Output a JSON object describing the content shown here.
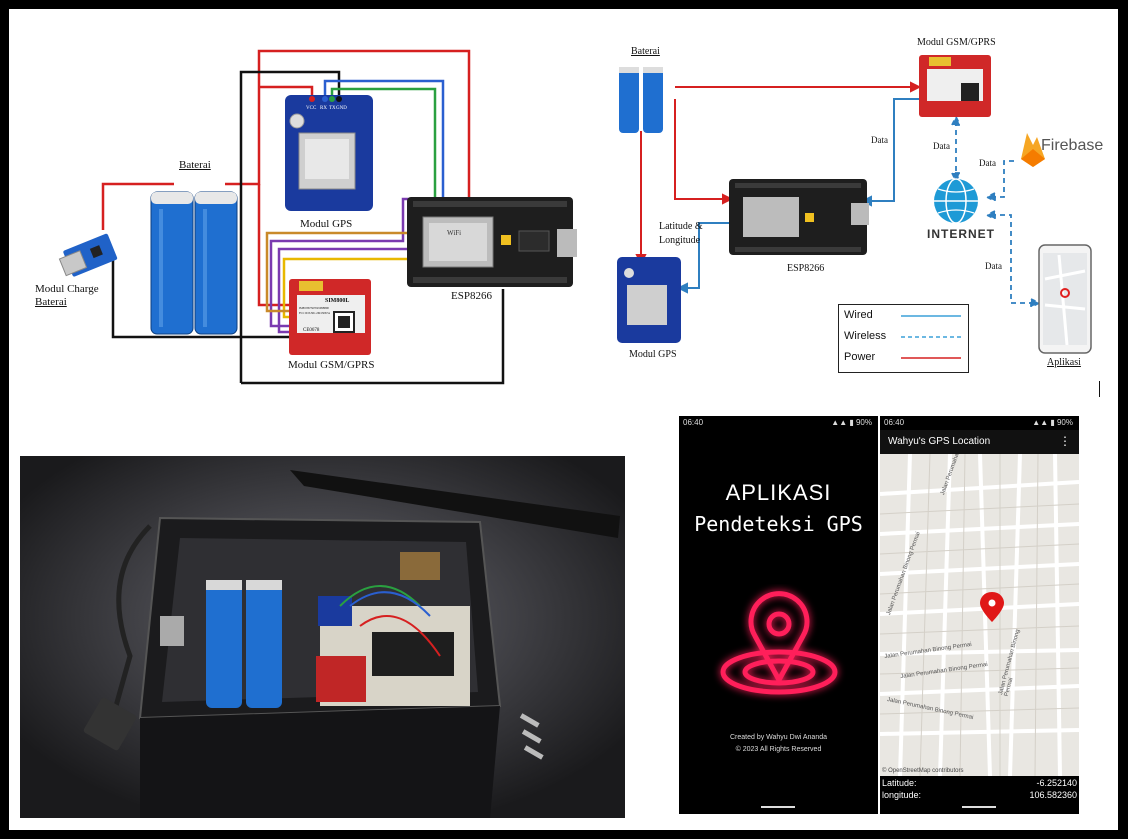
{
  "circuit": {
    "baterai_label": "Baterai",
    "charge_label_1": "Modul Charge",
    "charge_label_2": "Baterai",
    "gps_label": "Modul GPS",
    "gsm_label": "Modul GSM/GPRS",
    "esp_label": "ESP8266",
    "gps_pins": [
      "VCC",
      "RX",
      "TX",
      "GND"
    ],
    "esp_chip_text": "WiFi",
    "gsm_chip_text": "SIM800L",
    "gsm_lines": [
      "IMEI:867567045998800",
      "FCC ID:U9U-2M13067A"
    ],
    "gsm_cert": "CE0678"
  },
  "architecture": {
    "baterai_label": "Baterai",
    "gsm_label": "Modul GSM/GPRS",
    "esp_label": "ESP8266",
    "gps_label": "Modul GPS",
    "lat_long_1": "Latitude &",
    "lat_long_2": "Longitude",
    "data_label": "Data",
    "internet_label": "INTERNET",
    "firebase_label": "Firebase",
    "aplikasi_label": "Aplikasi",
    "legend": [
      {
        "label": "Wired",
        "color": "#3ba0d8",
        "style": "solid"
      },
      {
        "label": "Wireless",
        "color": "#3ba0d8",
        "style": "dashed"
      },
      {
        "label": "Power",
        "color": "#d62020",
        "style": "solid"
      }
    ]
  },
  "colors": {
    "power": "#d62020",
    "data": "#2f7fc0",
    "neon": "#ff1f5a",
    "firebase": "#f6a623"
  },
  "phone_splash": {
    "time": "06:40",
    "battery": "90%",
    "title": "APLIKASI",
    "subtitle": "Pendeteksi GPS",
    "credit": "Created by Wahyu Dwi Ananda",
    "copyright": "© 2023 All Rights Reserved"
  },
  "phone_map": {
    "time": "06:40",
    "battery": "90%",
    "app_title": "Wahyu's GPS Location",
    "menu_icon": "more-vert-icon",
    "map_credit": "© OpenStreetMap contributors",
    "latitude_label": "Latitude:",
    "latitude_value": "-6.252140",
    "longitude_label": "longitude:",
    "longitude_value": "106.582360",
    "streets": [
      "Jalan Perumahan Binong Permai",
      "Jalan Perumahan Binong Permai",
      "Jalan Perumahan Binong Permai",
      "Jalan Perumahan Binong Permai",
      "Jalan Perumahan Binong Permai",
      "Jalan Perumahan Binong Permai"
    ]
  }
}
